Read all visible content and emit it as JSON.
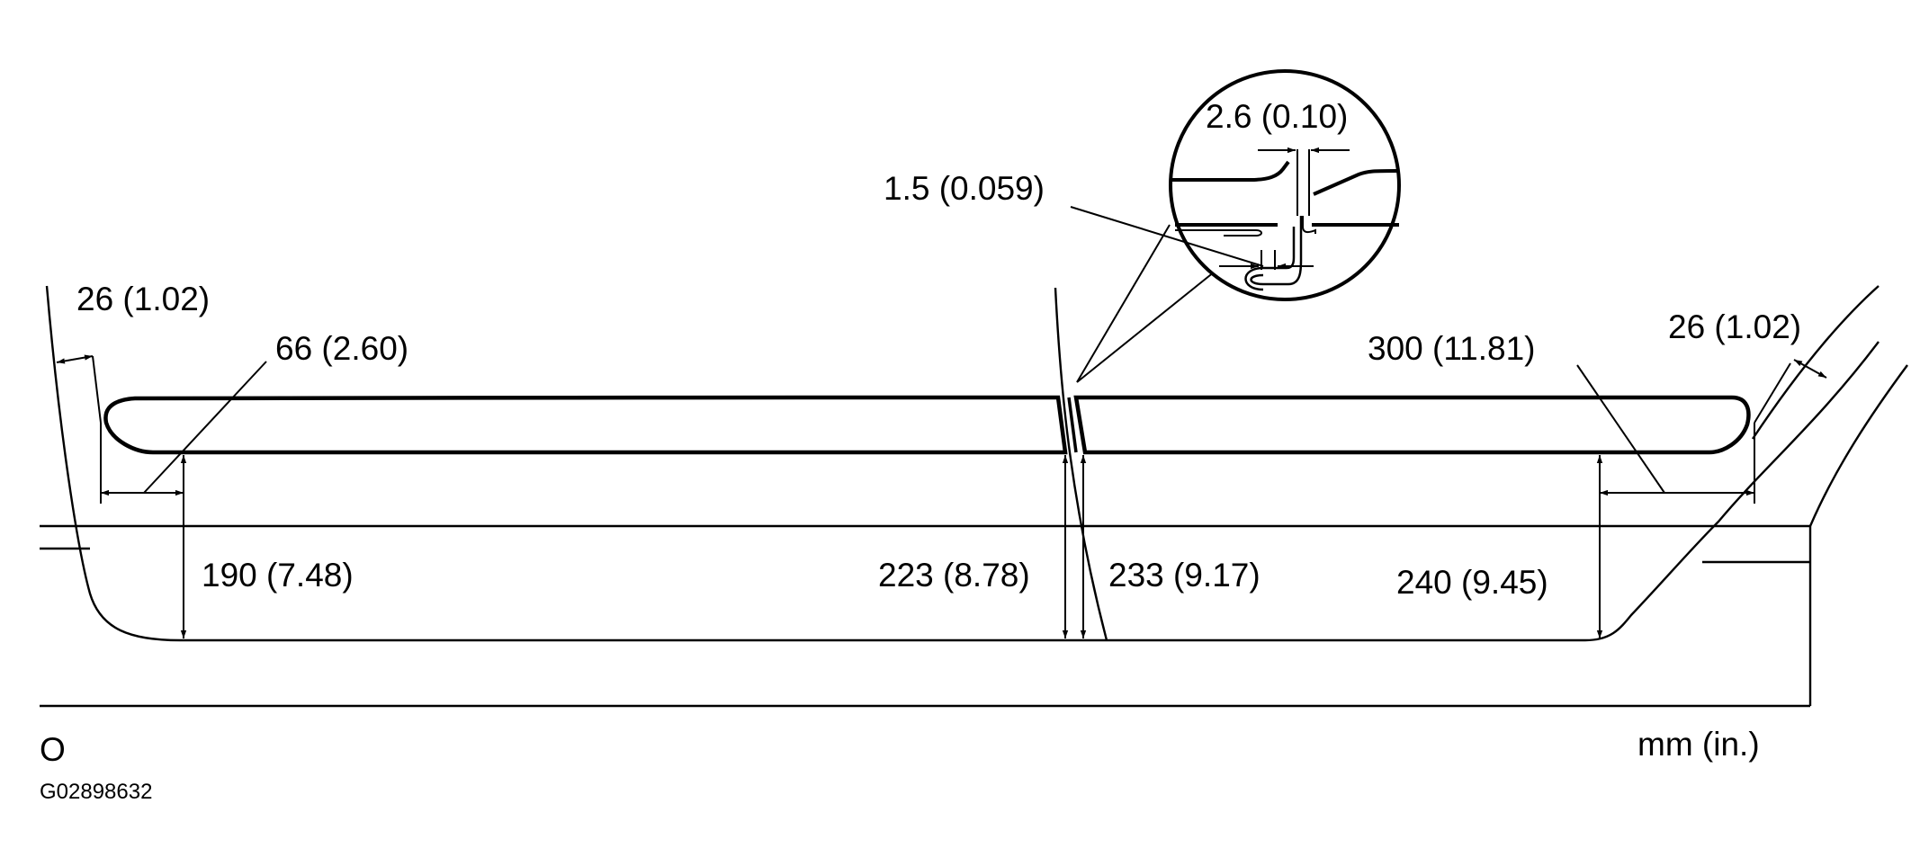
{
  "labels": {
    "lh_end_gap": "26 (1.02)",
    "lh_end_offset": "66 (2.60)",
    "lh_height": "190 (7.48)",
    "joint_front_height": "223 (8.78)",
    "joint_rear_height": "233 (9.17)",
    "detail_overlap_gap": "1.5 (0.059)",
    "detail_joint_gap": "2.6 (0.10)",
    "rh_end_offset": "300 (11.81)",
    "rh_end_gap": "26 (1.02)",
    "rh_height": "240 (9.45)",
    "marker": "O",
    "units": "mm (in.)",
    "figure_code": "G02898632"
  }
}
